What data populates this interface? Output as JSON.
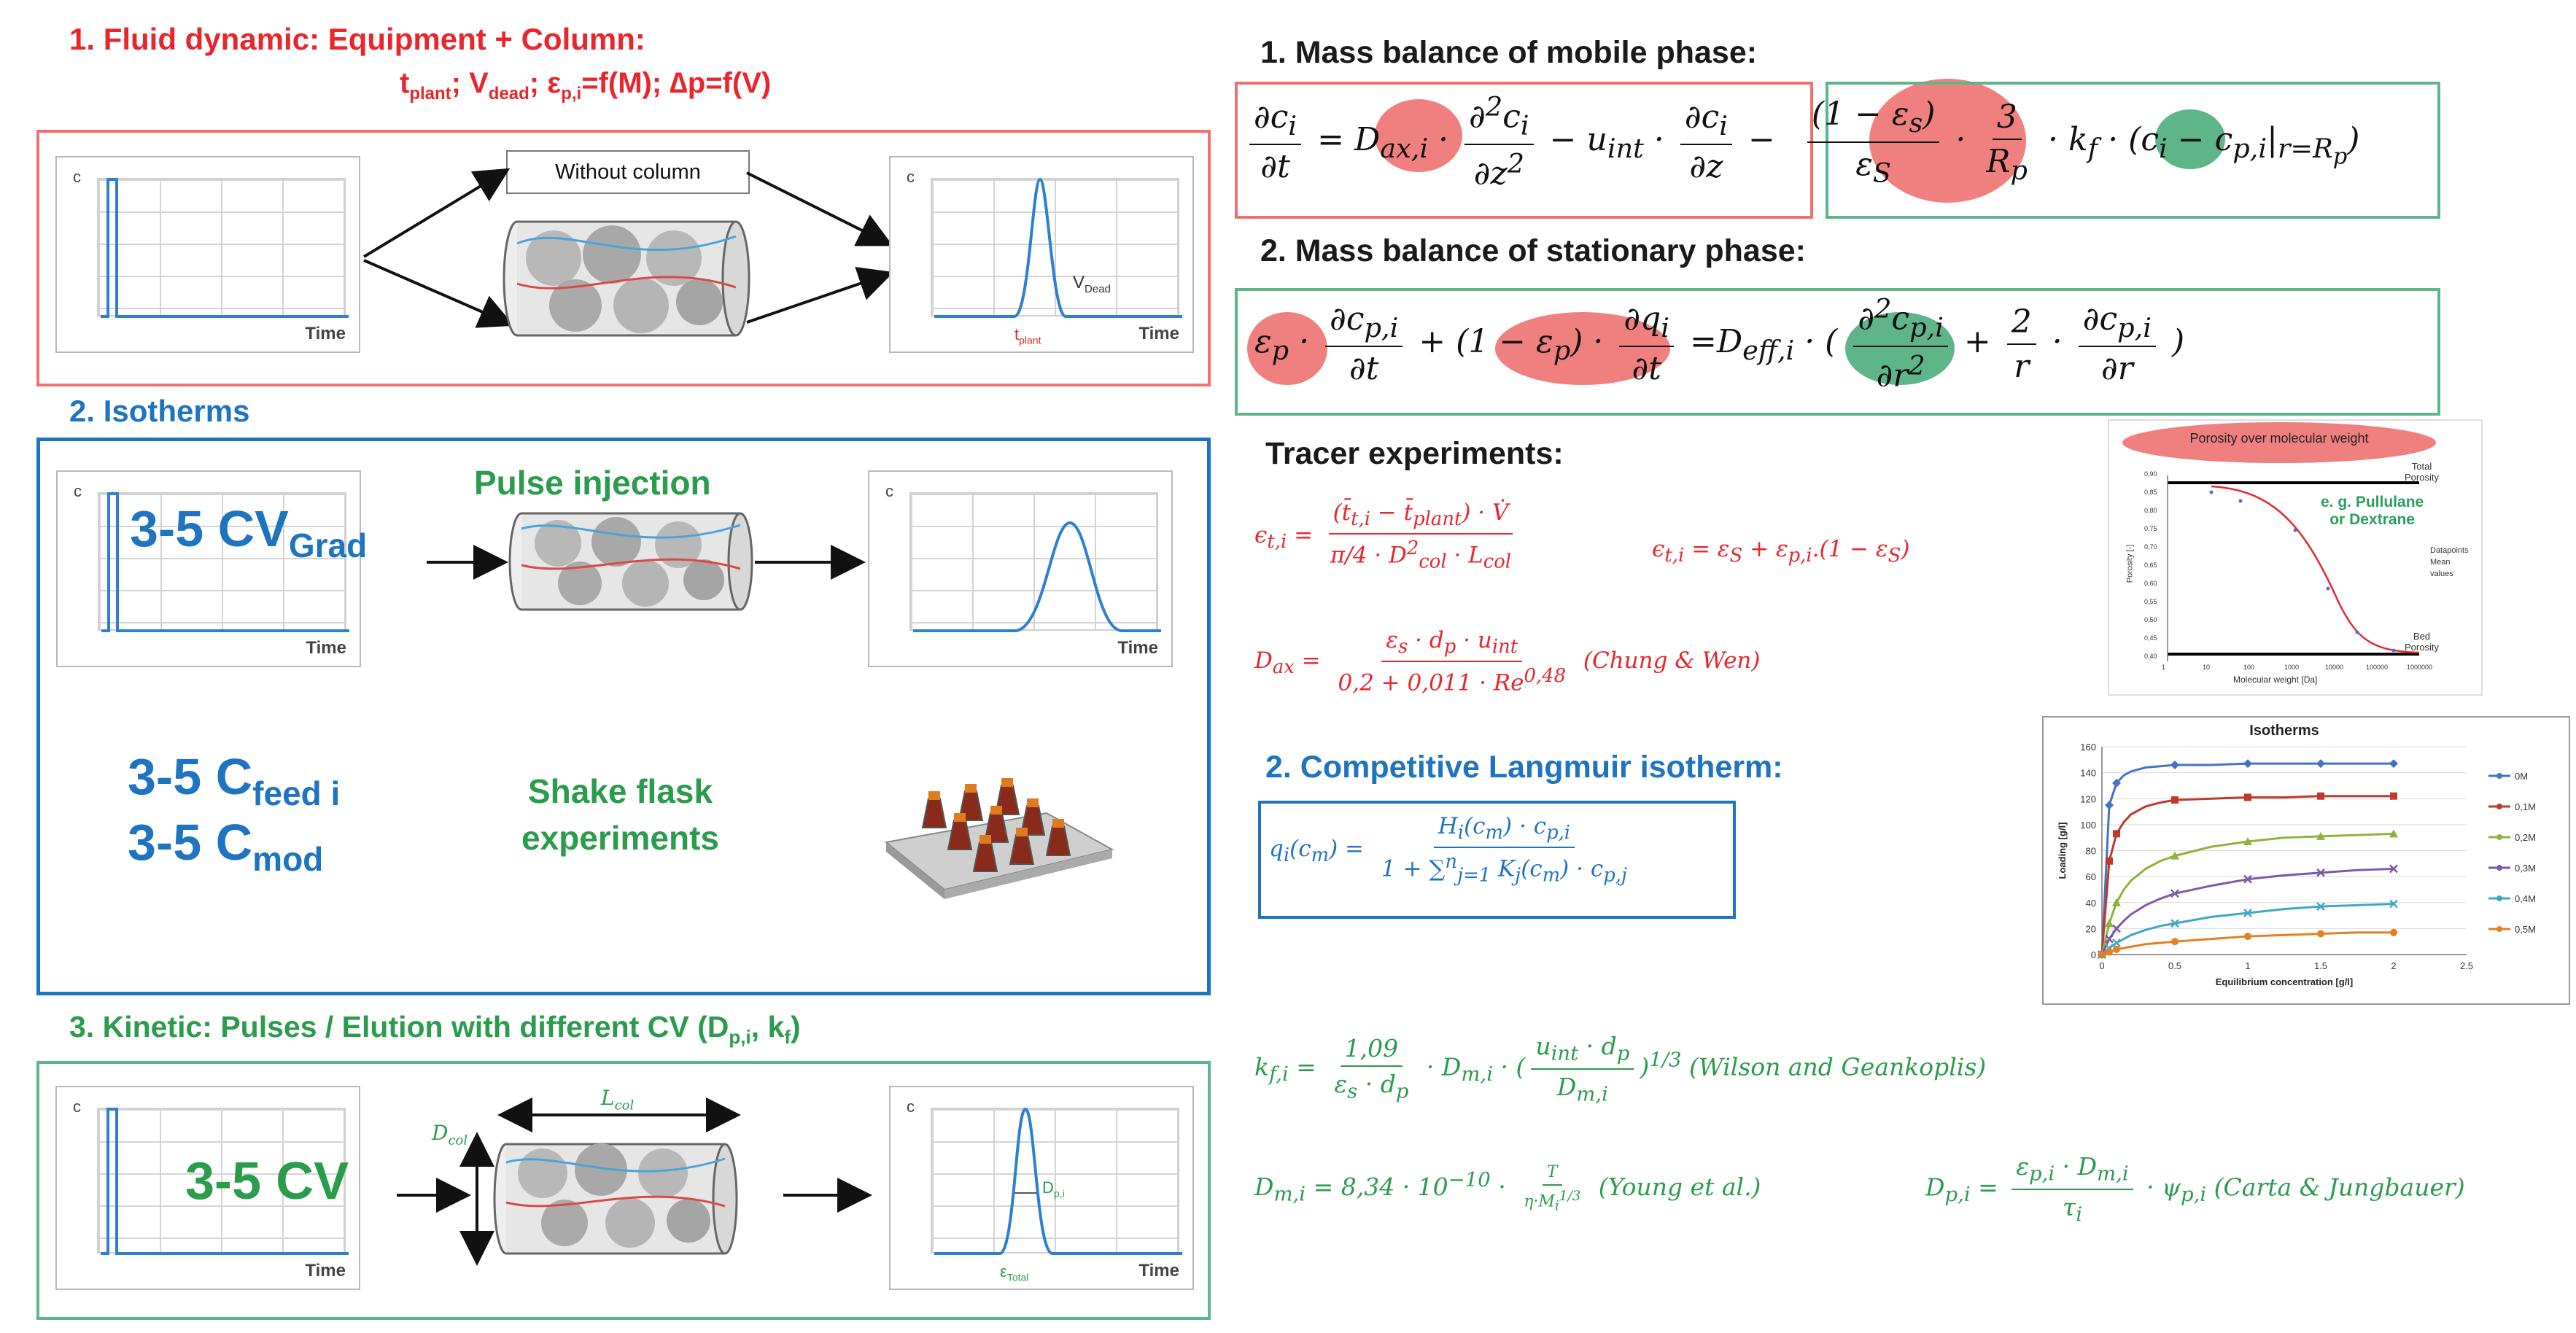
{
  "section1": {
    "title_line1": "1.  Fluid dynamic:  Equipment + Column:",
    "title_line2": "t",
    "t_sub": "plant",
    "v": "; V",
    "v_sub": "dead",
    "eps": "; ε",
    "eps_sub": "p,i",
    "rest": "=f(M); ∆p=f(V)",
    "without_column": "Without column",
    "v_dead_label": "V",
    "v_dead_sub": "Dead",
    "t_plant_label": "t",
    "t_plant_sub": "plant"
  },
  "section2": {
    "title": "2. Isotherms",
    "pulse_injection": "Pulse injection",
    "cv_grad": "3-5 CV",
    "cv_grad_sub": "Grad",
    "c_feed": "3-5 C",
    "c_feed_sub": "feed  i",
    "c_mod": "3-5 C",
    "c_mod_sub": "mod",
    "shake_flask_line1": "Shake flask",
    "shake_flask_line2": "experiments"
  },
  "section3": {
    "title": "3. Kinetic: Pulses / Elution with different CV (D",
    "title_sub1": "p,i",
    "title_mid": ", k",
    "title_sub2": "f",
    "title_end": ")",
    "cv": "3-5 CV",
    "d_col": "D",
    "d_col_sub": "col",
    "l_col": "L",
    "l_col_sub": "col",
    "d_pi": "D",
    "d_pi_sub": "p,i",
    "eps_total": "ε",
    "eps_total_sub": "Total"
  },
  "axis": {
    "c": "c",
    "time": "Time"
  },
  "right": {
    "mass_mobile": "1. Mass balance of mobile phase:",
    "mass_stationary": "2. Mass balance of stationary phase:",
    "tracer": "Tracer experiments:",
    "langmuir": "2. Competitive Langmuir isotherm:",
    "chung_wen": "(Chung & Wen)",
    "wilson": "(Wilson and Geankoplis)",
    "young": "(Young et al.)",
    "carta": "(Carta & Jungbauer)"
  },
  "porosity_chart": {
    "title": "Porosity over molecular weight",
    "total_porosity_l1": "Total",
    "total_porosity_l2": "Porosity",
    "bed_porosity_l1": "Bed",
    "bed_porosity_l2": "Porosity",
    "annotation_l1": "e. g. Pullulane",
    "annotation_l2": "or Dextrane",
    "xlabel": "Molecular weight [Da]",
    "ylabel": "Porosity [-]",
    "legend": [
      "Datapoints",
      "Mean",
      "values"
    ],
    "y_ticks": [
      "0,90",
      "0,85",
      "0,80",
      "0,75",
      "0,70",
      "0,65",
      "0,60",
      "0,55",
      "0,50",
      "0,45",
      "0,40"
    ],
    "x_ticks": [
      "1",
      "10",
      "100",
      "1000",
      "10000",
      "100000",
      "1000000"
    ]
  },
  "chart_data": {
    "type": "line",
    "title": "Isotherms",
    "xlabel": "Equilibrium concentration [g/l]",
    "ylabel": "Loading [g/l]",
    "xlim": [
      0,
      2.5
    ],
    "ylim": [
      0,
      160
    ],
    "x_ticks": [
      "0",
      "0.5",
      "1",
      "1.5",
      "2",
      "2.5"
    ],
    "y_ticks": [
      "0",
      "20",
      "40",
      "60",
      "80",
      "100",
      "120",
      "140",
      "160"
    ],
    "x": [
      0,
      0.05,
      0.1,
      0.15,
      0.2,
      0.3,
      0.4,
      0.5,
      0.75,
      1.0,
      1.25,
      1.5,
      1.75,
      2.0
    ],
    "series": [
      {
        "name": "0M",
        "color": "#4472c4",
        "marker": "diamond",
        "values": [
          0,
          115,
          132,
          138,
          141,
          144,
          145,
          146,
          146,
          147,
          147,
          147,
          147,
          147
        ]
      },
      {
        "name": "0,1M",
        "color": "#c0392b",
        "marker": "square",
        "values": [
          0,
          72,
          93,
          102,
          108,
          114,
          117,
          119,
          120,
          121,
          121,
          122,
          122,
          122
        ]
      },
      {
        "name": "0,2M",
        "color": "#8db33b",
        "marker": "triangle",
        "values": [
          0,
          24,
          40,
          50,
          57,
          66,
          72,
          76,
          83,
          87,
          90,
          91,
          92,
          93
        ]
      },
      {
        "name": "0,3M",
        "color": "#7d5aa6",
        "marker": "x",
        "values": [
          0,
          12,
          20,
          26,
          31,
          38,
          43,
          47,
          53,
          58,
          61,
          63,
          65,
          66
        ]
      },
      {
        "name": "0,4M",
        "color": "#3fa7c4",
        "marker": "x",
        "values": [
          0,
          5,
          9,
          12,
          15,
          19,
          22,
          24,
          29,
          32,
          35,
          37,
          38,
          39
        ]
      },
      {
        "name": "0,5M",
        "color": "#e67e22",
        "marker": "circle",
        "values": [
          0,
          2,
          4,
          5,
          6,
          8,
          9,
          10,
          12,
          14,
          15,
          16,
          17,
          17
        ]
      }
    ]
  },
  "colors": {
    "red": "#e8262c",
    "blue": "#1f74c0",
    "green": "#2a9c4c",
    "red_fill": "#f08080",
    "green_fill": "#5fb58a"
  }
}
